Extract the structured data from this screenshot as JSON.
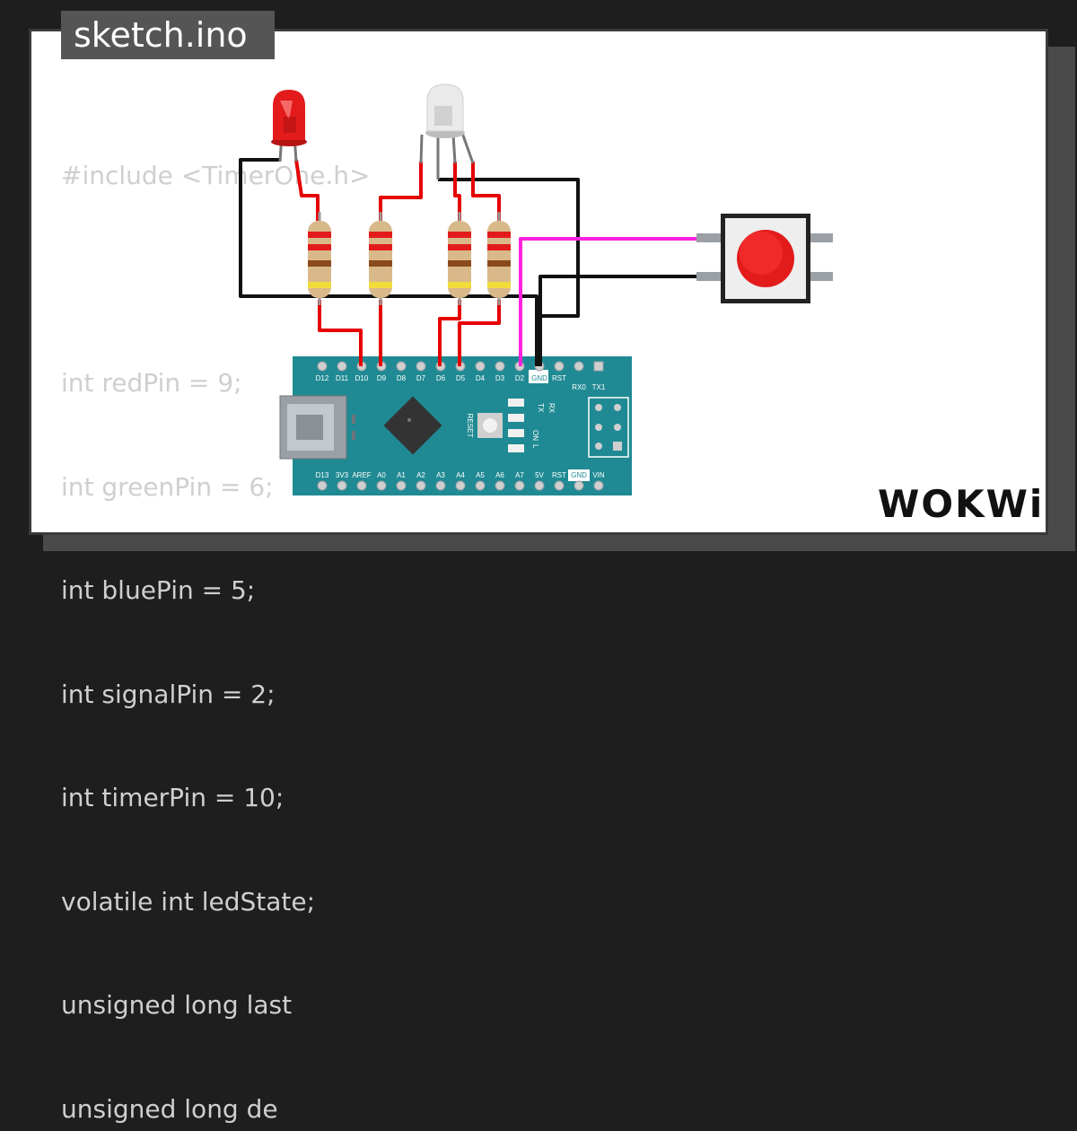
{
  "file_tab": {
    "label": "sketch.ino"
  },
  "code_lines": [
    "#include <TimerOne.h>",
    "",
    "int redPin = 9;",
    "int greenPin = 6;",
    "int bluePin = 5;",
    "int signalPin = 2;",
    "int timerPin = 10;",
    "volatile int ledState;",
    "unsigned long last",
    "unsigned long de"
  ],
  "board": {
    "top_pins": [
      "D12",
      "D11",
      "D10",
      "D9",
      "D8",
      "D7",
      "D6",
      "D5",
      "D4",
      "D3",
      "D2",
      "GND",
      "RST",
      "RX0",
      "TX1"
    ],
    "bottom_pins": [
      "D13",
      "3V3",
      "AREF",
      "A0",
      "A1",
      "A2",
      "A3",
      "A4",
      "A5",
      "A6",
      "A7",
      "5V",
      "RST",
      "GND",
      "VIN"
    ],
    "reset_label": "RESET",
    "leds": [
      "TX",
      "RX",
      "ON",
      "L"
    ],
    "board_color": "#1f8a93"
  },
  "colors": {
    "wire_red": "#e60000",
    "wire_black": "#111111",
    "wire_magenta": "#ff22dd",
    "led_red": "#e31b1b"
  },
  "logo": {
    "text": "WOKWi"
  }
}
